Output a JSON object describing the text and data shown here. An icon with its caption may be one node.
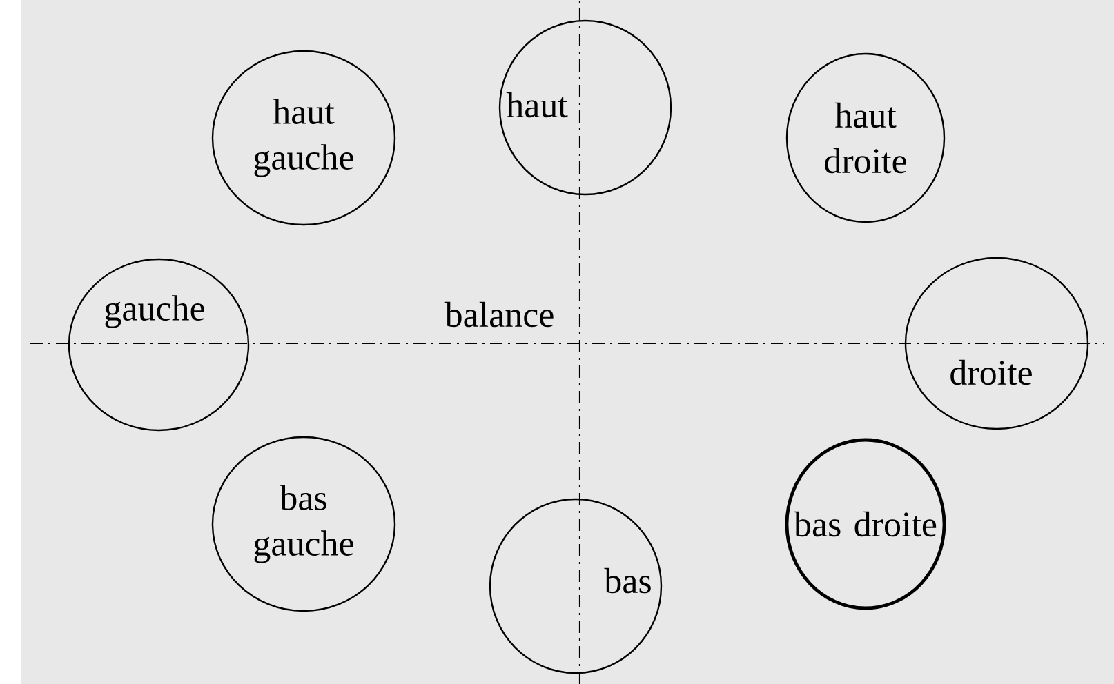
{
  "diagram": {
    "nodes": [
      {
        "text": [
          "haut gauche"
        ]
      },
      {
        "text": [
          "haut"
        ]
      },
      {
        "text": [
          "haut droite"
        ]
      },
      {
        "text": [
          "gauche"
        ]
      },
      {
        "text": [
          "droite"
        ]
      },
      {
        "text": [
          "bas gauche"
        ]
      },
      {
        "text": [
          "bas"
        ]
      },
      {
        "text": [
          "bas droite"
        ]
      }
    ],
    "labels": [
      "balance"
    ]
  }
}
